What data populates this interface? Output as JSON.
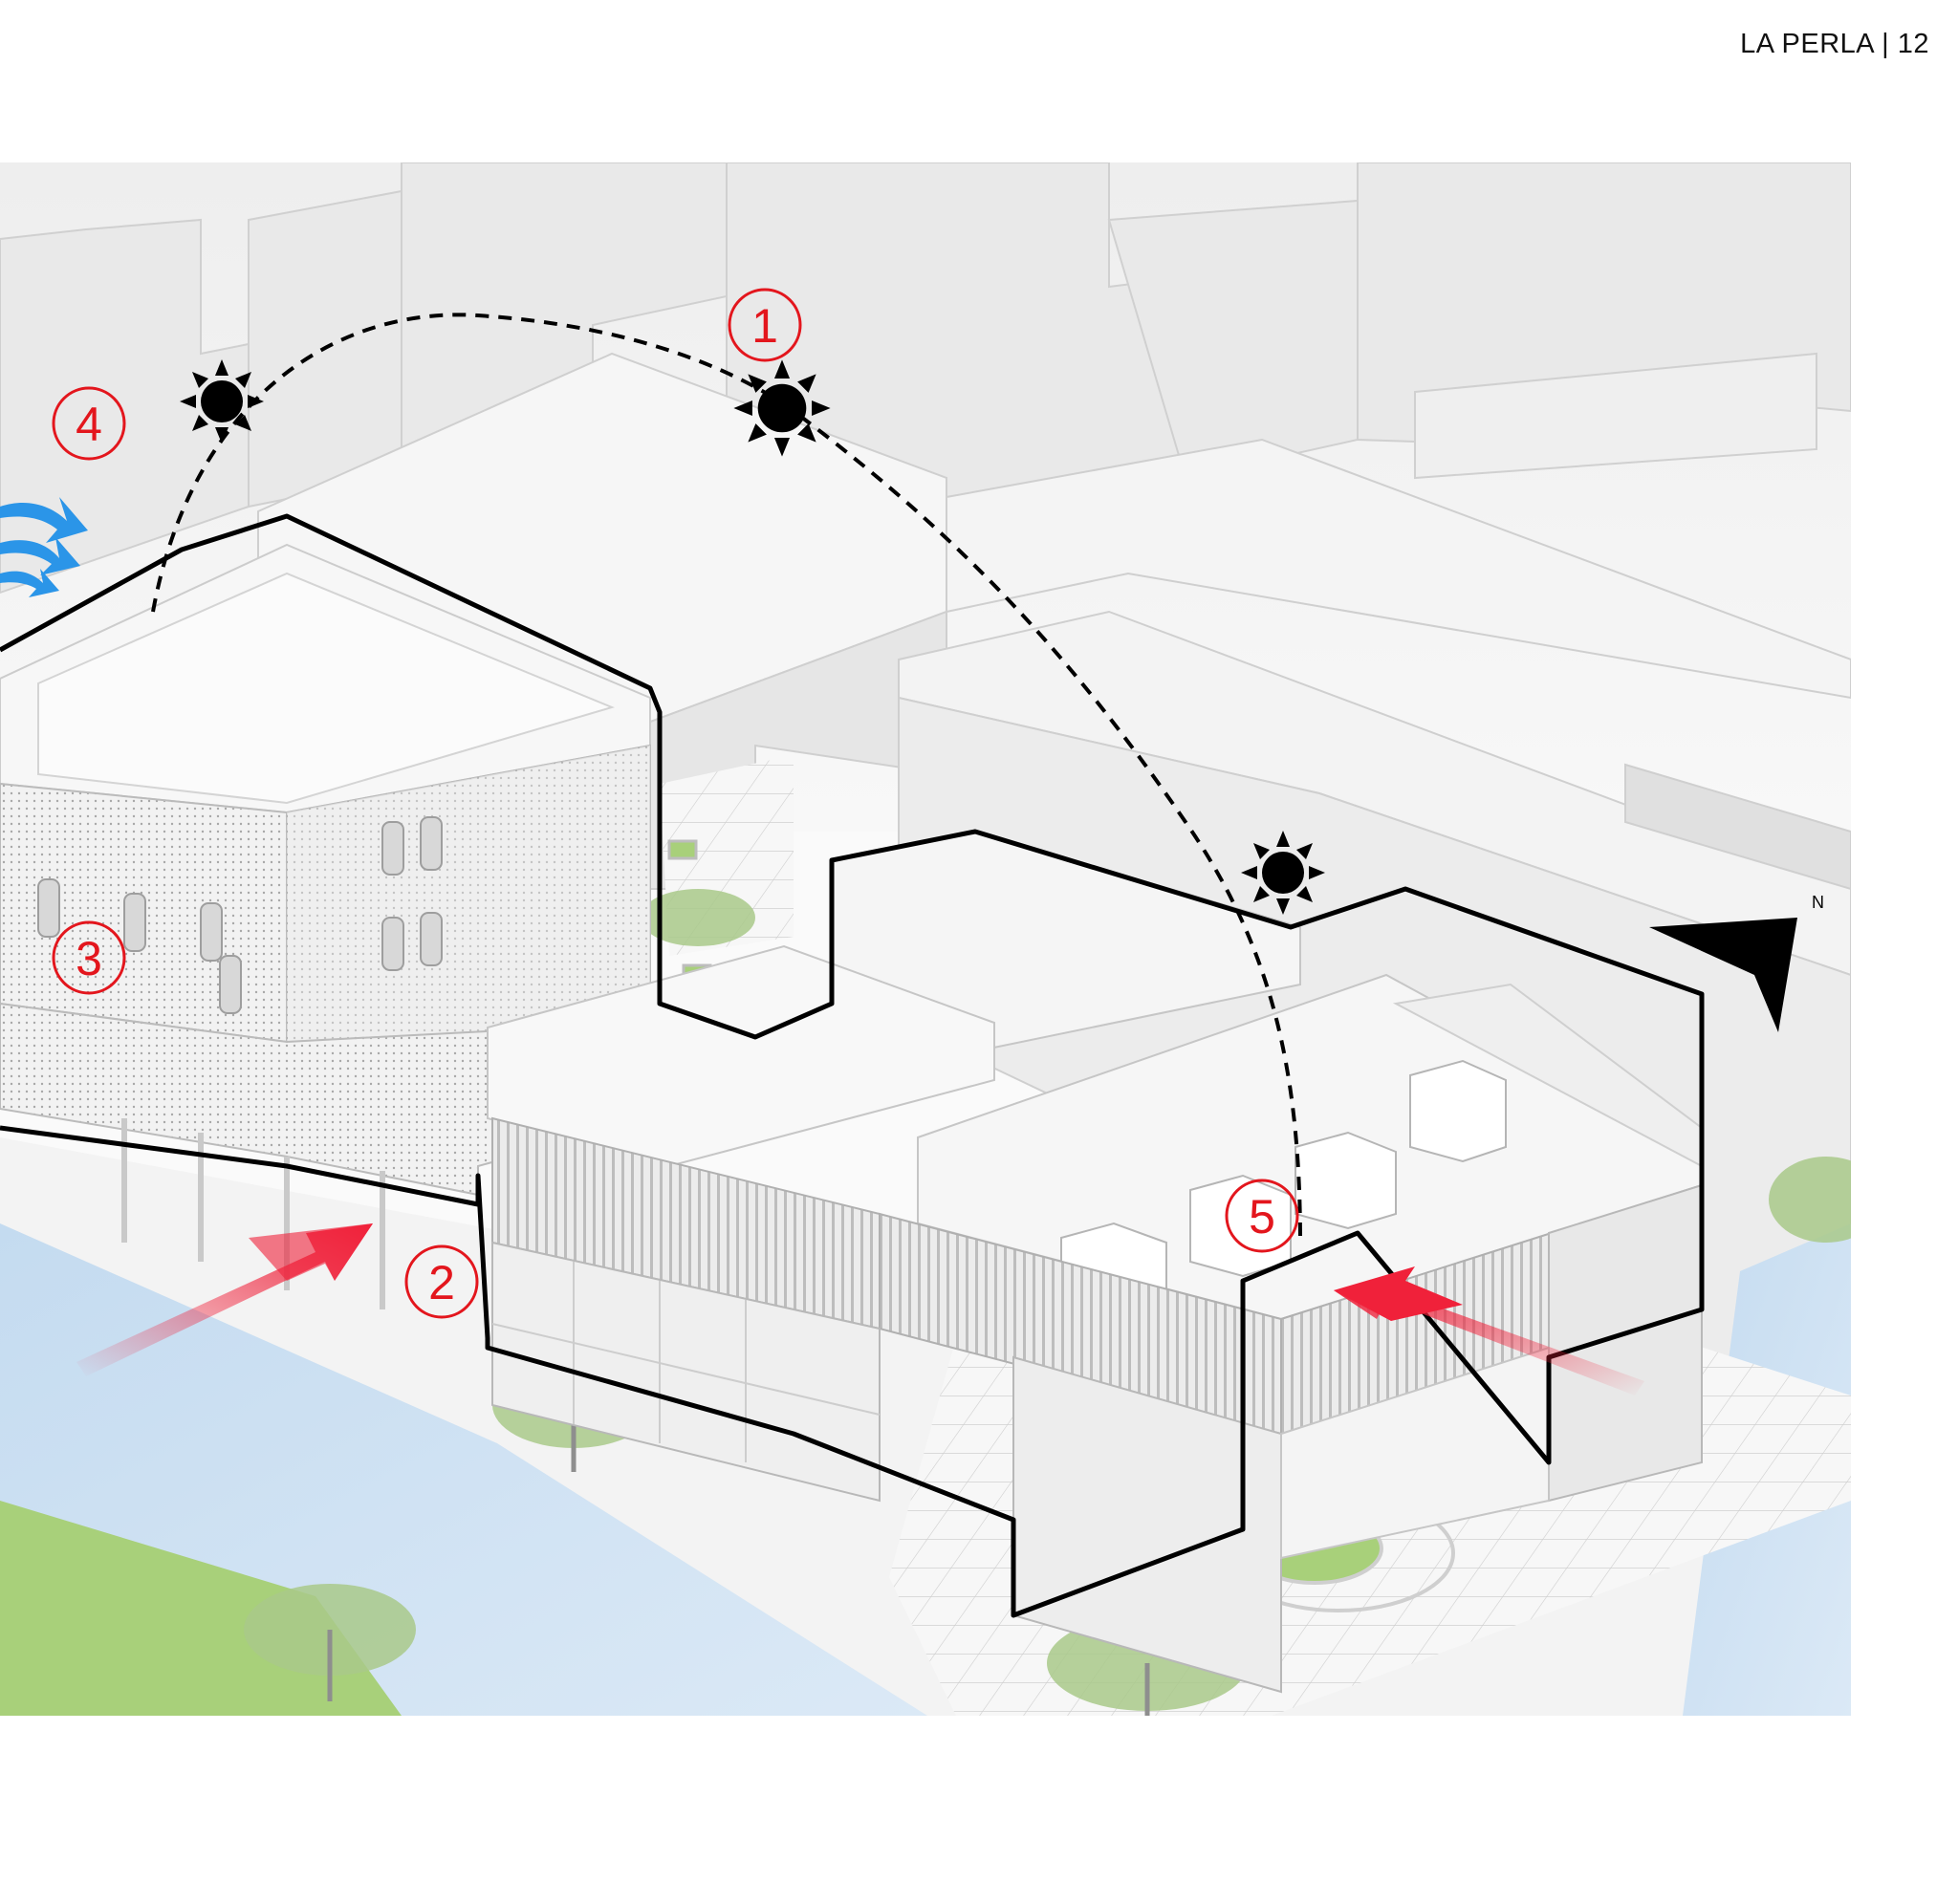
{
  "header": {
    "title": "LA PERLA",
    "separator": "|",
    "page_number": "12"
  },
  "diagram": {
    "markers": [
      {
        "id": "1",
        "label": "1"
      },
      {
        "id": "2",
        "label": "2"
      },
      {
        "id": "3",
        "label": "3"
      },
      {
        "id": "4",
        "label": "4"
      },
      {
        "id": "5",
        "label": "5"
      }
    ],
    "icons": {
      "sun": "sun-icon",
      "north": "north-arrow-icon",
      "wind": "wind-arrow-icon",
      "entrance": "entrance-arrow-icon"
    },
    "north_label": "N",
    "colors": {
      "marker": "#e3161d",
      "wind": "#2b95e8",
      "entrance": "#f0213a",
      "sun": "#000000",
      "water": "#bcd6ee",
      "lawn": "#a8d07a",
      "tree": "#a9c98a"
    }
  }
}
